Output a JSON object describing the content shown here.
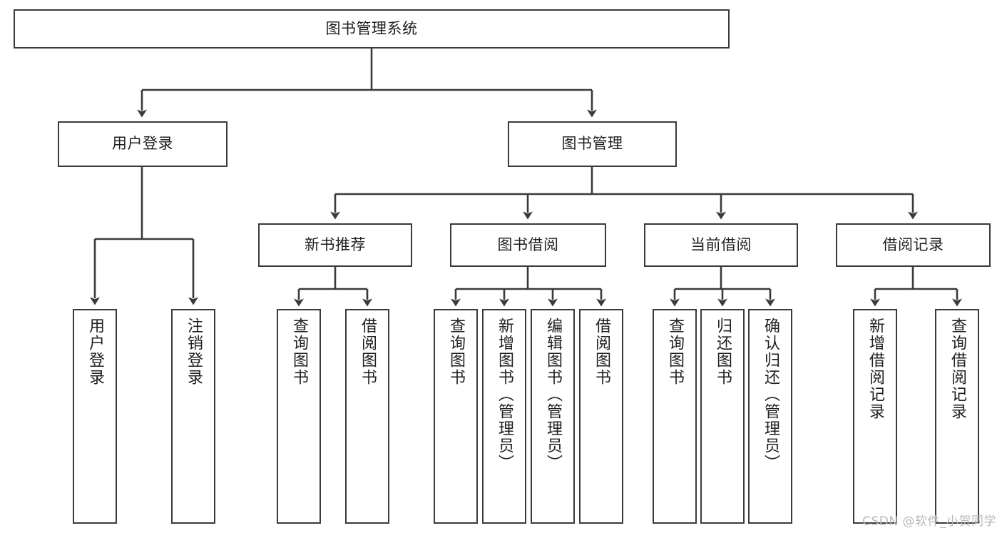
{
  "diagram": {
    "title": "图书管理系统",
    "watermark": "CSDN @软件_小贺同学",
    "level2": {
      "user_login": "用户登录",
      "book_manage": "图书管理"
    },
    "level3": {
      "new_book_rec": "新书推荐",
      "book_borrow": "图书借阅",
      "current_borrow": "当前借阅",
      "borrow_record": "借阅记录"
    },
    "leaves": {
      "user_login_1": "用户登录",
      "user_login_2": "注销登录",
      "new_book_1": "查询图书",
      "new_book_2": "借阅图书",
      "borrow_1": "查询图书",
      "borrow_2": "新增图书（管理员）",
      "borrow_3": "编辑图书（管理员）",
      "borrow_4": "借阅图书",
      "current_1": "查询图书",
      "current_2": "归还图书",
      "current_3": "确认归还（管理员）",
      "record_1": "新增借阅记录",
      "record_2": "查询借阅记录"
    },
    "colors": {
      "border": "#3a3a3a",
      "line": "#3a3a3a",
      "background": "#ffffff",
      "text": "#1f1f1f",
      "watermark": "#b9b9b9"
    }
  }
}
